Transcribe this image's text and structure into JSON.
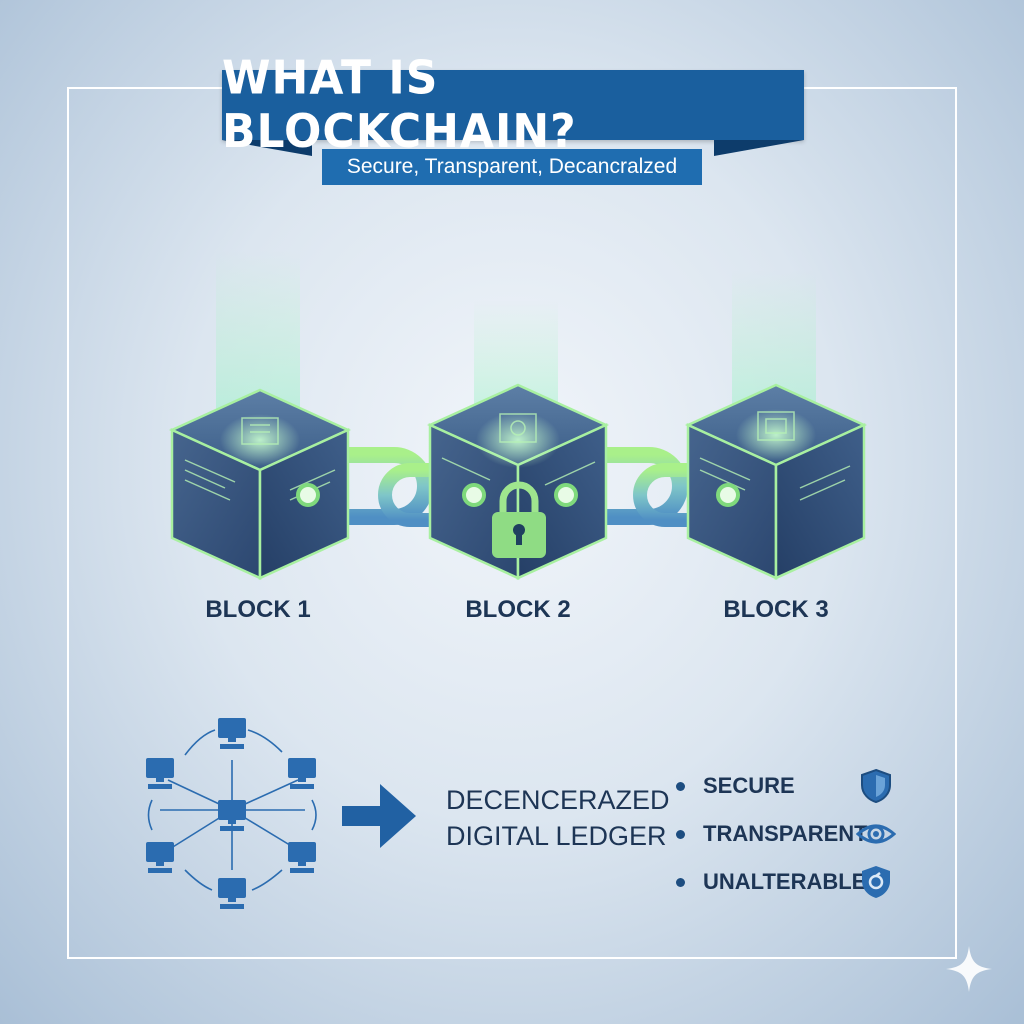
{
  "title": "WHAT IS BLOCKCHAIN?",
  "subtitle": "Secure, Transparent, Decancralzed",
  "blocks": [
    {
      "label": "BLOCK 1"
    },
    {
      "label": "BLOCK 2"
    },
    {
      "label": "BLOCK 3"
    }
  ],
  "ledger": {
    "line1": "DECENCERAZED",
    "line2": "DIGITAL LEDGER"
  },
  "features": [
    {
      "label": "SECURE",
      "icon": "shield-icon"
    },
    {
      "label": "TRANSPARENT",
      "icon": "eye-icon"
    },
    {
      "label": "UNALTERABLE",
      "icon": "shield-lock-icon"
    }
  ],
  "colors": {
    "banner": "#1a5f9e",
    "accent_green": "#7fe07a",
    "text_dark": "#1d3555",
    "network_blue": "#2b6cb0"
  }
}
